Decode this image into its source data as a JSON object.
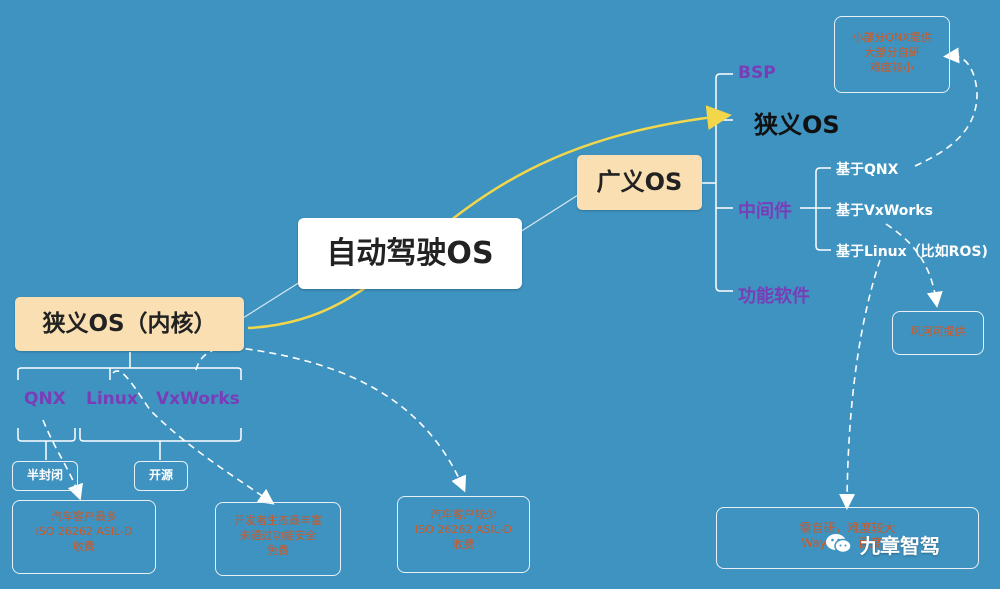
{
  "root": {
    "label": "自动驾驶OS"
  },
  "broad_os": {
    "label": "广义OS"
  },
  "narrow_os_kernel": {
    "label": "狭义OS（内核）"
  },
  "kernel_options": [
    {
      "label": "QNX"
    },
    {
      "label": "Linux"
    },
    {
      "label": "VxWorks"
    }
  ],
  "kernel_groups": {
    "semi_closed": "半封闭",
    "open_source": "开源"
  },
  "kernel_notes": {
    "qnx": [
      "汽车客户最多",
      "ISO 26262 ASIL-D",
      "收费"
    ],
    "linux": [
      "开发者生态最丰富",
      "未通过功能安全",
      "免费"
    ],
    "vxworks": [
      "汽车客户较少",
      "ISO 26262 ASIL-D",
      "收费"
    ]
  },
  "broad_os_parts": {
    "bsp": "BSP",
    "narrow_os": "狭义OS",
    "middleware": "中间件",
    "function_software": "功能软件"
  },
  "middleware_options": [
    {
      "label": "基于QNX"
    },
    {
      "label": "基于VxWorks"
    },
    {
      "label": "基于Linux（比如ROS)"
    }
  ],
  "middleware_notes": {
    "qnx": [
      "小部分QNX提供",
      "大部分自研",
      "难度较小"
    ],
    "vxworks": [
      "风河可提供"
    ],
    "linux": [
      "需自研，难度较大",
      "Waymo，百度，"
    ]
  },
  "watermark": {
    "text": "九章智驾"
  },
  "colors": {
    "background": "#3f93c0",
    "accent_purple": "#7a3db8",
    "highlight_yellow": "#f2d74a",
    "cream": "#f9dfb2",
    "note_text": "#c85a2a"
  }
}
